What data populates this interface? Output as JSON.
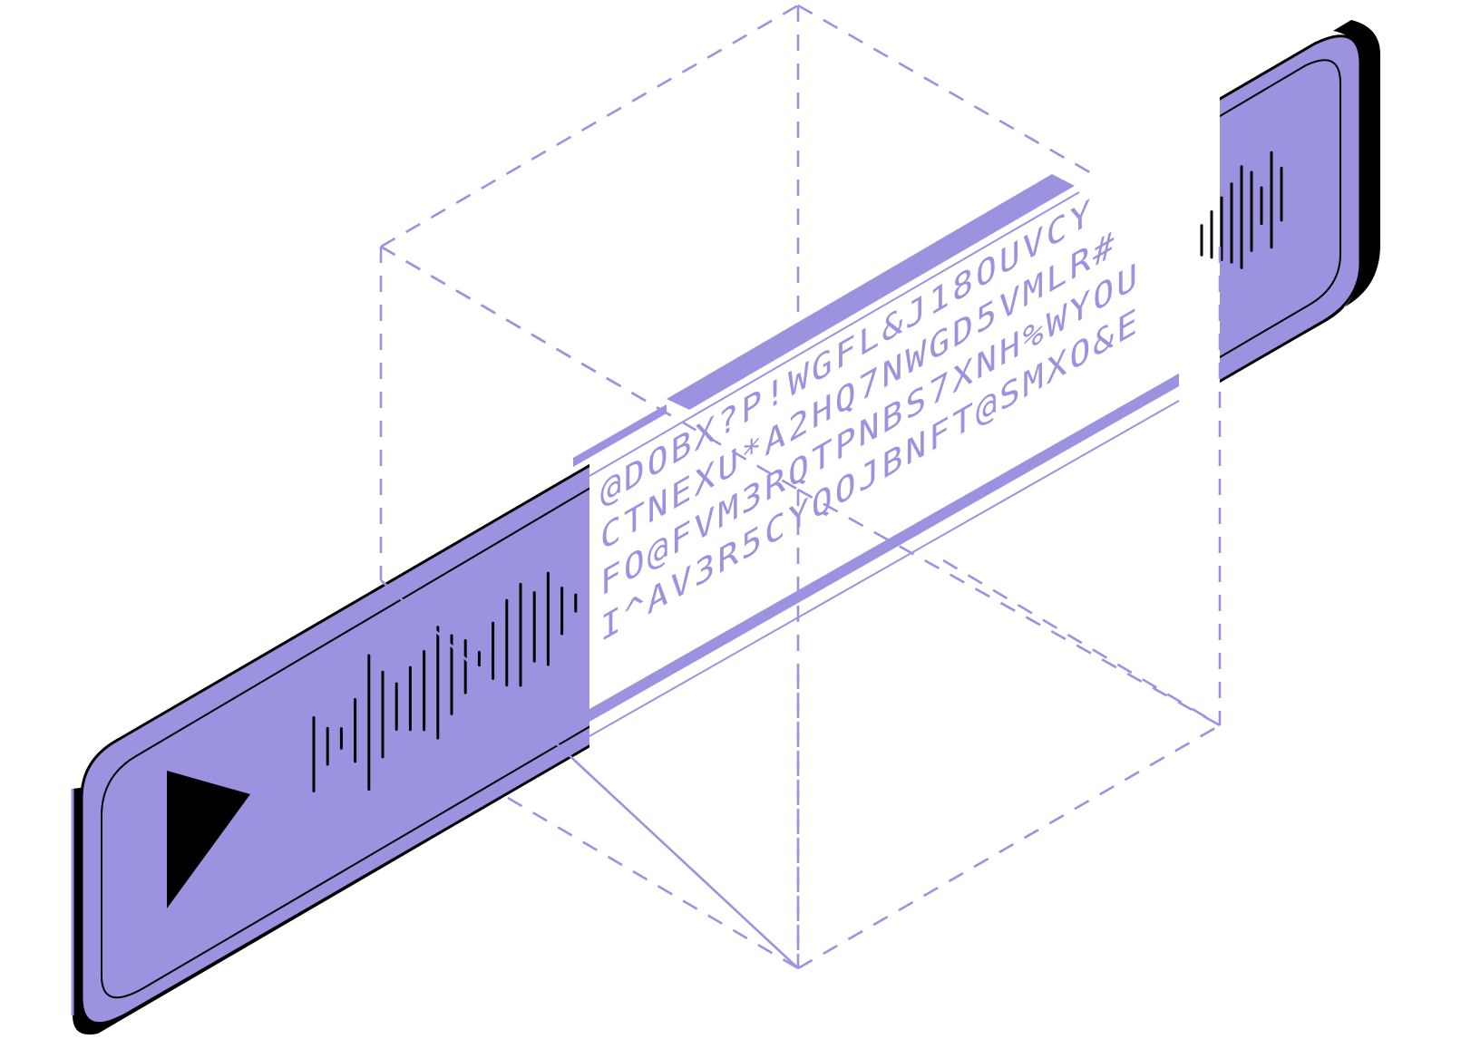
{
  "colors": {
    "player_fill": "#9b93e0",
    "player_side": "#000000",
    "accent_light": "#9b93e0",
    "background": "#ffffff"
  },
  "player": {
    "play_icon": "play-icon",
    "waveform_left_levels": [
      0.45,
      0.22,
      0.12,
      0.38,
      0.82,
      0.52,
      0.28,
      0.38,
      0.48,
      0.68,
      0.48,
      0.32,
      0.08,
      0.34,
      0.52,
      0.62,
      0.42,
      0.56,
      0.28,
      0.1
    ],
    "waveform_right_levels": [
      0.18,
      0.28,
      0.38,
      0.48,
      0.62,
      0.48,
      0.22,
      0.58,
      0.32
    ]
  },
  "encrypted_lines": [
    "@DOBX?P!WGFL&J18OUVCY",
    "CTNEXU*A2HQ7NWGD5VMLR#",
    "FO@FVM3RQTPNBS7XNH%WYOU",
    "I^AV3R5CYQOJBNFT@SMXO&E"
  ]
}
